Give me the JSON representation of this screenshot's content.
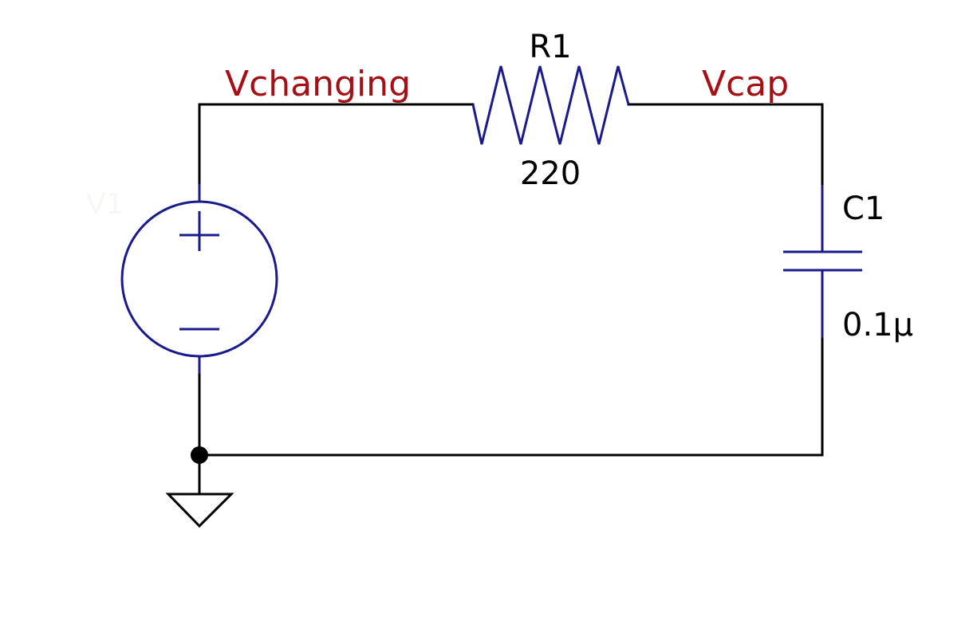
{
  "schematic": {
    "net_labels": {
      "left_node": "Vchanging",
      "right_node": "Vcap"
    },
    "components": {
      "voltage_source": {
        "name": "V1",
        "type": "voltage-source"
      },
      "resistor": {
        "name": "R1",
        "value": "220",
        "type": "resistor"
      },
      "capacitor": {
        "name": "C1",
        "value": "0.1µ",
        "type": "capacitor"
      },
      "ground": {
        "type": "ground"
      }
    },
    "colors": {
      "wire": "#000000",
      "component": "#1a1a8c",
      "net_label": "#a50f15",
      "component_label": "#000000"
    }
  }
}
